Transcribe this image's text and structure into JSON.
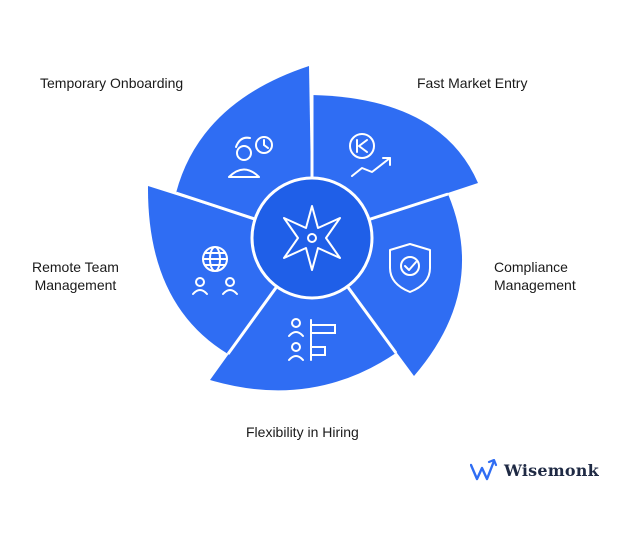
{
  "diagram": {
    "center_icon": "compass-star-icon",
    "segments": [
      {
        "id": "temporary-onboarding",
        "label_lines": [
          "Temporary Onboarding"
        ],
        "icon": "person-clock-icon",
        "color": "#2f6df3"
      },
      {
        "id": "fast-market-entry",
        "label_lines": [
          "Fast Market Entry"
        ],
        "icon": "currency-growth-icon",
        "color": "#2f6df3"
      },
      {
        "id": "compliance-management",
        "label_lines": [
          "Compliance",
          "Management"
        ],
        "icon": "shield-check-icon",
        "color": "#2f6df3"
      },
      {
        "id": "flexibility-in-hiring",
        "label_lines": [
          "Flexibility in Hiring"
        ],
        "icon": "people-list-icon",
        "color": "#2f6df3"
      },
      {
        "id": "remote-team-management",
        "label_lines": [
          "Remote Team",
          "Management"
        ],
        "icon": "globe-team-icon",
        "color": "#2f6df3"
      }
    ]
  },
  "branding": {
    "logo_text": "Wisemonk",
    "logo_icon": "wisemonk-logo-icon",
    "logo_color": "#2f6df3"
  },
  "colors": {
    "segment": "#2f6df3",
    "center": "#1f5fe8",
    "divider": "#ffffff",
    "text": "#1a1a1a"
  }
}
